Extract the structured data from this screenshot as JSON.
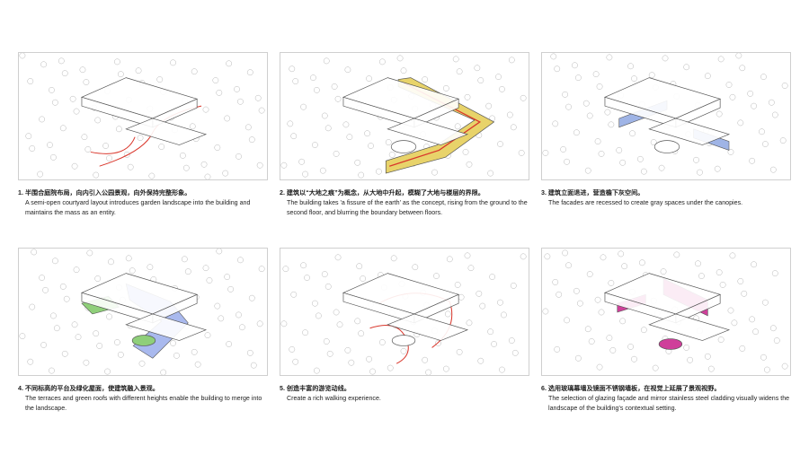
{
  "panels": [
    {
      "zh": "1. 半围合庭院布局，向内引入公园景观，向外保持完整形象。",
      "en": "A semi-open courtyard layout introduces garden landscape into the building and maintains the mass as an entity."
    },
    {
      "zh": "2. 建筑以“大地之痕”为概念，从大地中升起，模糊了大地与楼层的界限。",
      "en": "The building takes 'a fissure of the earth' as the concept, rising from the ground to the second floor, and blurring the boundary between floors."
    },
    {
      "zh": "3. 建筑立面退进，营造檐下灰空间。",
      "en": "The facades are recessed to create gray spaces under the canopies."
    },
    {
      "zh": "4. 不同标高的平台及绿化屋面，使建筑融入景观。",
      "en": "The terraces and green roofs with different heights enable the building to merge into the landscape."
    },
    {
      "zh": "5. 创造丰富的游览动线。",
      "en": "Create a rich walking experience."
    },
    {
      "zh": "6. 选用玻璃幕墙及镜面不锈钢墙板，在视觉上延展了景观视野。",
      "en": "The selection of glazing façade and mirror stainless steel cladding visually widens the landscape of the building's contextual setting."
    }
  ],
  "colors": {
    "path_red": "#d9362b",
    "ground_yellow": "#e8d36a",
    "facade_blue": "#9fb4e6",
    "terrace_blue": "#a9b9ee",
    "roof_green": "#8fcf7a",
    "glass_pink": "#cf3f9a",
    "line": "#555555"
  }
}
